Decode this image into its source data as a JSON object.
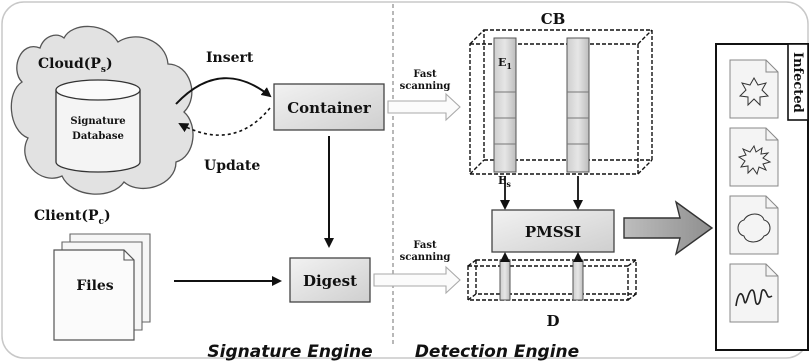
{
  "cloud": {
    "label": "Cloud(P",
    "label_sub": "s",
    "label_close": ")",
    "db_line1": "Signature",
    "db_line2": "Database"
  },
  "client": {
    "label": "Client(P",
    "label_sub": "c",
    "label_close": ")",
    "files": "Files"
  },
  "arrows": {
    "insert": "Insert",
    "update": "Update",
    "fast_scanning_top_1": "Fast",
    "fast_scanning_top_2": "scanning",
    "fast_scanning_bottom_1": "Fast",
    "fast_scanning_bottom_2": "scanning"
  },
  "boxes": {
    "container": "Container",
    "digest": "Digest",
    "pmssi": "PMSSI"
  },
  "cb": {
    "title": "CB",
    "e1": "E",
    "e1_sub": "1",
    "es": "E",
    "es_sub": "s"
  },
  "d": {
    "title": "D"
  },
  "infected": {
    "label": "Infected"
  },
  "engines": {
    "signature": "Signature Engine",
    "detection": "Detection Engine"
  }
}
